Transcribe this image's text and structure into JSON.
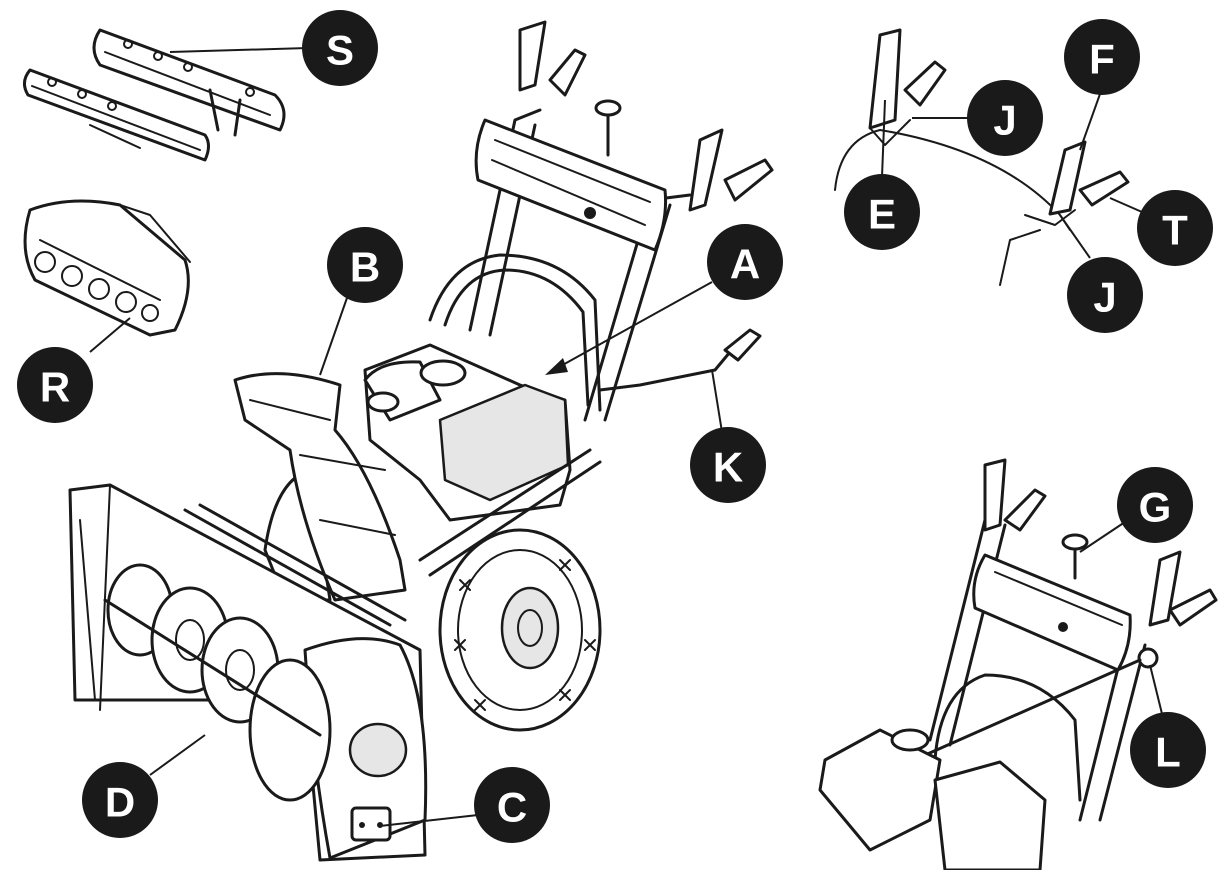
{
  "callouts": {
    "S": "S",
    "R": "R",
    "B": "B",
    "A": "A",
    "K": "K",
    "D": "D",
    "C": "C",
    "E": "E",
    "J_top": "J",
    "F": "F",
    "T": "T",
    "J_bottom": "J",
    "G": "G",
    "L": "L"
  },
  "colors": {
    "ink": "#1a1a1a",
    "paper": "#ffffff",
    "label_text": "#ffffff"
  }
}
